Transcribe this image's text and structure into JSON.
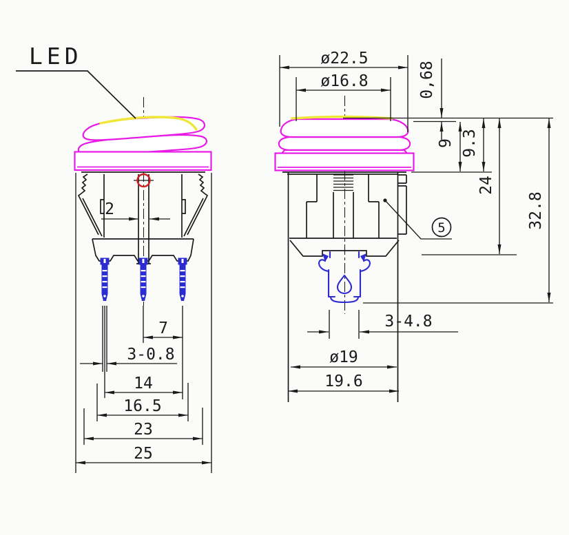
{
  "labels": {
    "led": "LED",
    "balloon": "5"
  },
  "left_view": {
    "dims": {
      "stem": "2",
      "pitch": "7",
      "pin_thickness": "3-0.8",
      "span_14": "14",
      "span_16_5": "16.5",
      "body_23": "23",
      "flange_25": "25"
    }
  },
  "right_view": {
    "dims": {
      "dia_22_5": "ø22.5",
      "dia_16_8": "ø16.8",
      "h_0_68": "0,68",
      "h_9": "9",
      "h_9_3": "9.3",
      "h_24": "24",
      "h_32_8": "32.8",
      "term_3_4_8": "3-4.8",
      "dia_19": "ø19",
      "w_19_6": "19.6"
    }
  },
  "colors": {
    "magenta": "#e81ae8",
    "yellow": "#efe838",
    "blue": "#2b2bd0",
    "red": "#cf1f1f",
    "line": "#1a1a1a",
    "background": "#fbfbf9"
  }
}
